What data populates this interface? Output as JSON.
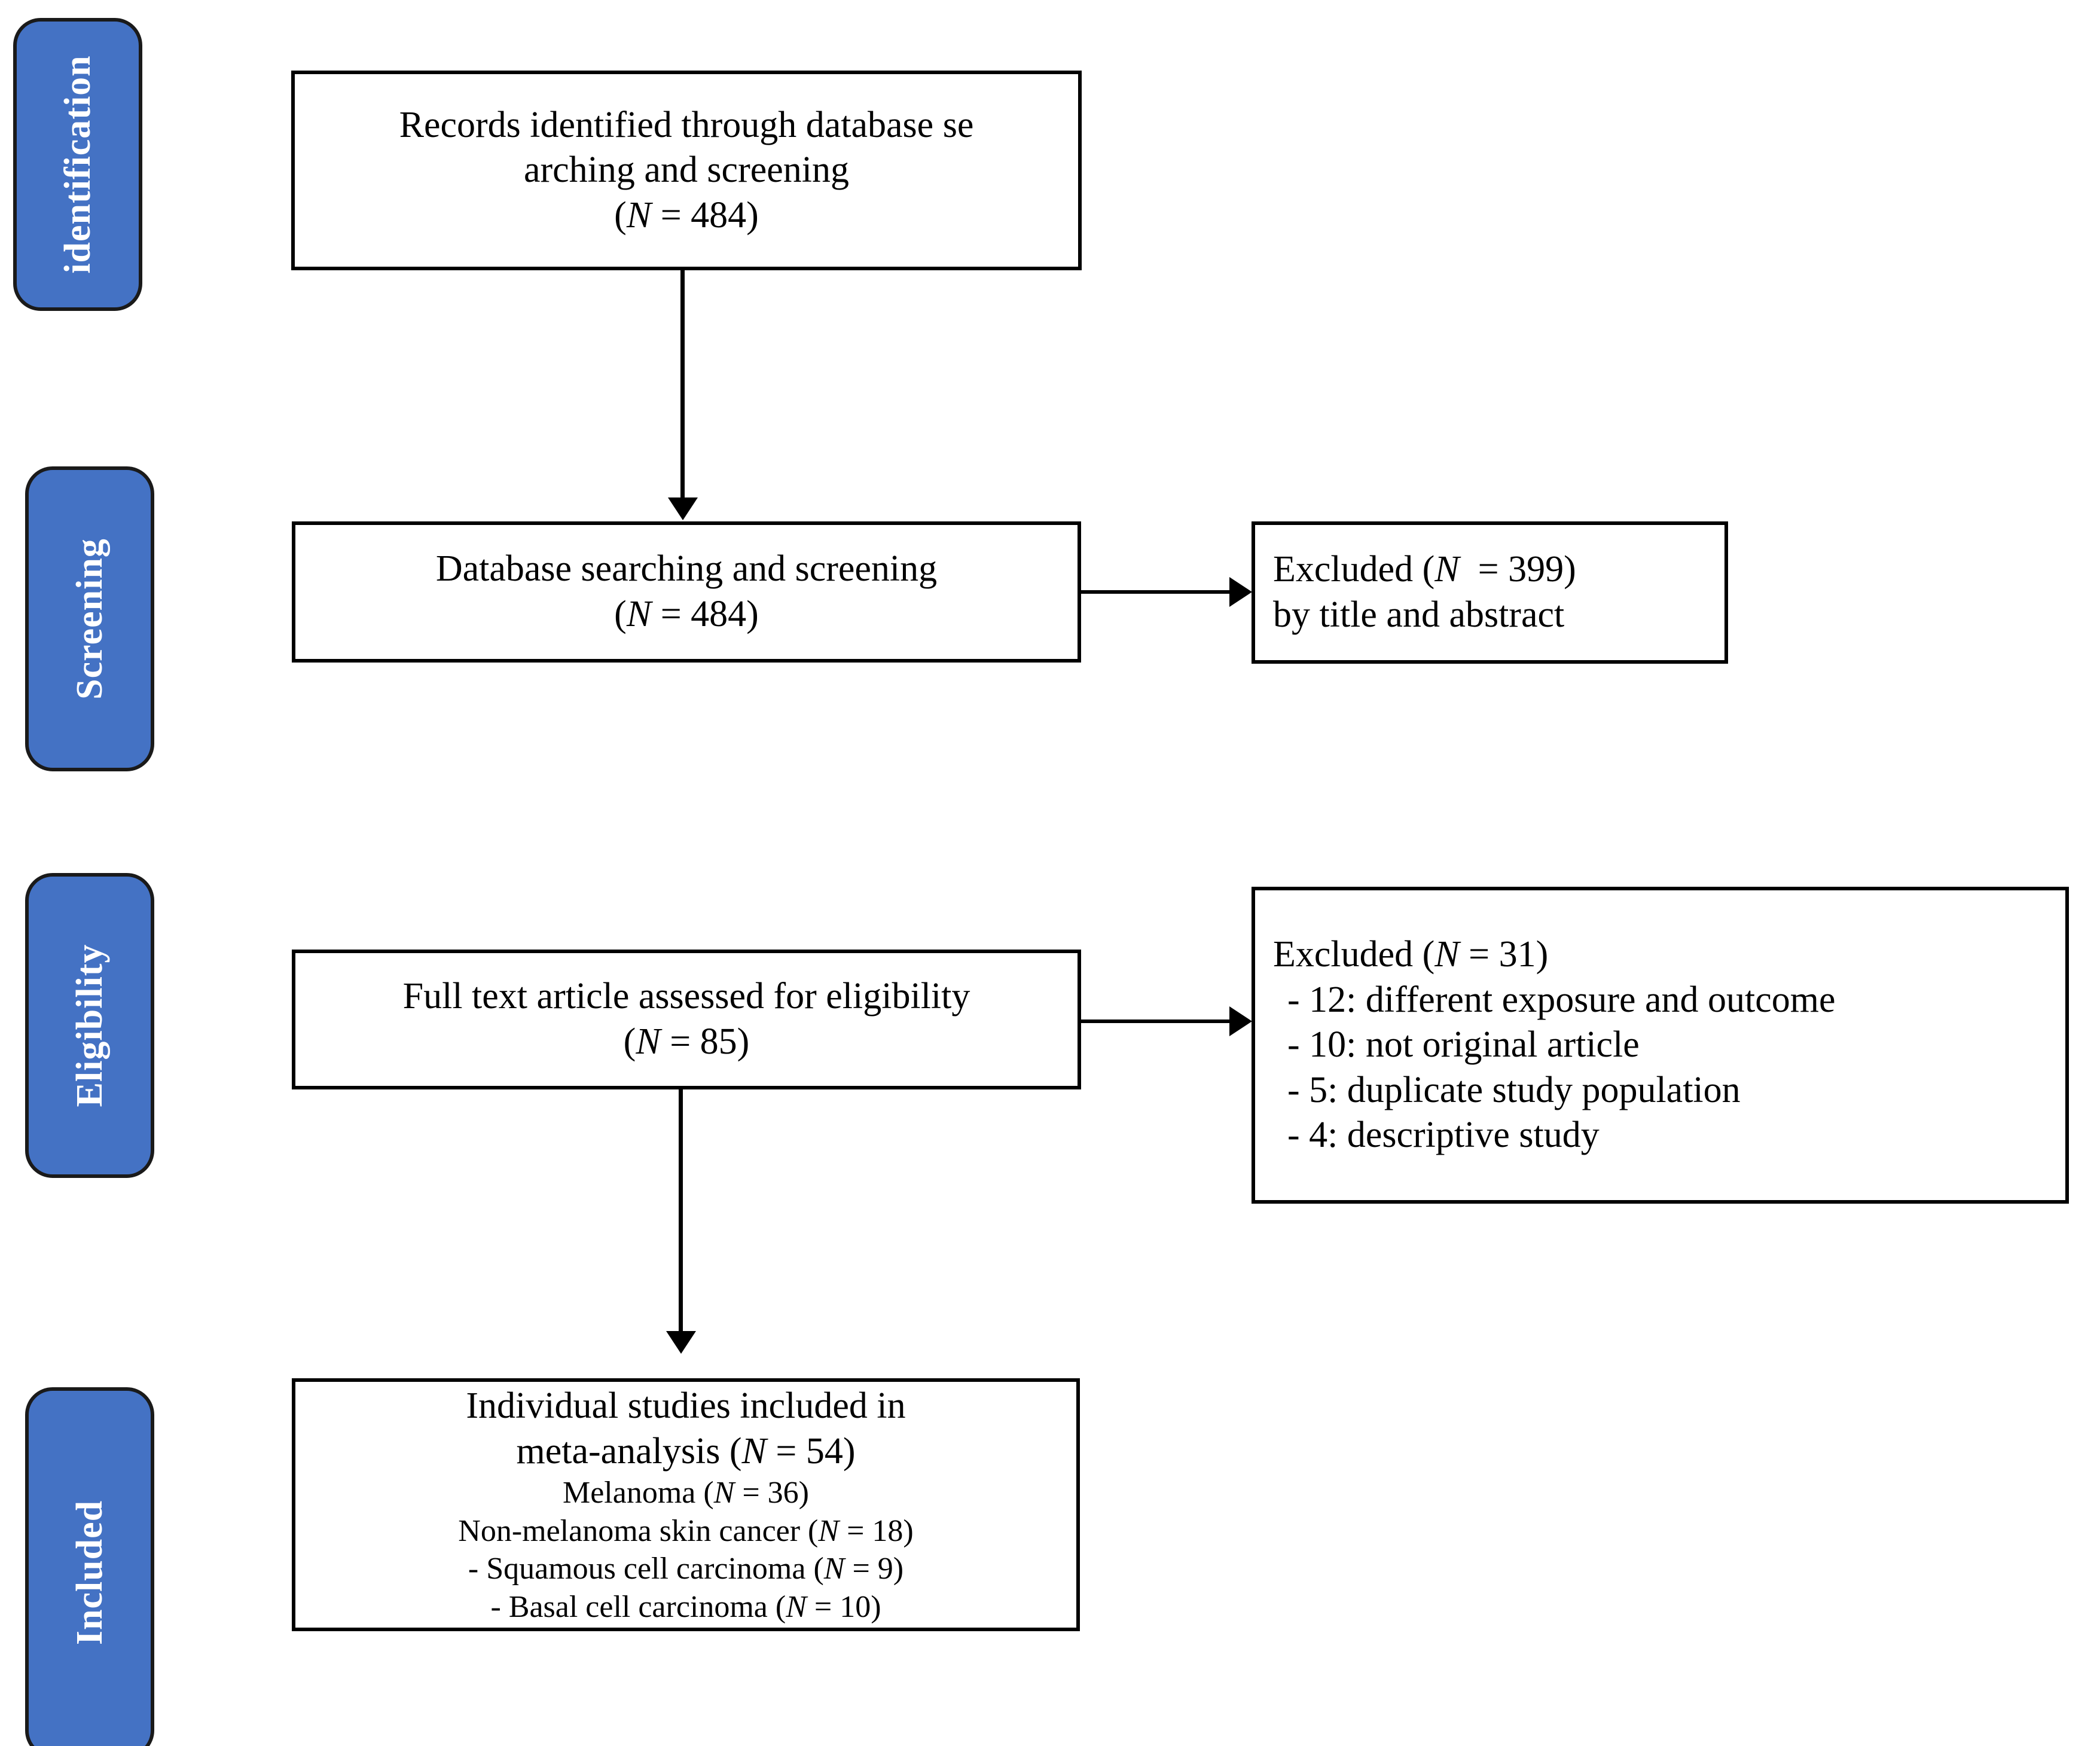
{
  "diagram": {
    "title": "PRISMA study selection flow diagram",
    "accent_color": "#4472C4",
    "border_color": "#000000",
    "tab_text_color": "#FFFFFF"
  },
  "stages": [
    {
      "id": "identification",
      "label": "identification"
    },
    {
      "id": "screening",
      "label": "Screening"
    },
    {
      "id": "eligibility",
      "label": "Eligibility"
    },
    {
      "id": "included",
      "label": "Included"
    }
  ],
  "boxes": {
    "identified": {
      "lines": [
        "Records identified through database se",
        "arching and screening",
        "(N = 484)"
      ]
    },
    "database_screening": {
      "lines": [
        "Database searching and screening",
        "(N = 484)"
      ]
    },
    "excluded_screening": {
      "lines": [
        "Excluded (N  = 399)",
        "by title and abstract"
      ]
    },
    "full_text": {
      "lines": [
        "Full text article assessed for eligibility",
        "(N = 85)"
      ]
    },
    "excluded_eligibility": {
      "heading": "Excluded (N = 31)",
      "reasons": [
        "- 12: different exposure and outcome",
        "- 10: not original article",
        "- 5: duplicate study population",
        "- 4: descriptive study"
      ]
    },
    "included_studies": {
      "title_lines": [
        "Individual studies included in",
        "meta-analysis (N = 54)"
      ],
      "detail_lines": [
        "Melanoma (N = 36)",
        "Non-melanoma skin cancer (N = 18)",
        "- Squamous cell carcinoma (N = 9)",
        "- Basal cell carcinoma (N = 10)"
      ]
    }
  },
  "chart_data": {
    "type": "diagram",
    "title": "PRISMA flow diagram",
    "nodes": [
      {
        "id": "identified",
        "stage": "identification",
        "label": "Records identified through database searching and screening",
        "N": 484
      },
      {
        "id": "database_screening",
        "stage": "screening",
        "label": "Database searching and screening",
        "N": 484
      },
      {
        "id": "excluded_screening",
        "stage": "screening",
        "label": "Excluded by title and abstract",
        "N": 399
      },
      {
        "id": "full_text",
        "stage": "eligibility",
        "label": "Full text article assessed for eligibility",
        "N": 85
      },
      {
        "id": "excluded_eligibility",
        "stage": "eligibility",
        "label": "Excluded",
        "N": 31,
        "breakdown": [
          {
            "count": 12,
            "reason": "different exposure and outcome"
          },
          {
            "count": 10,
            "reason": "not original article"
          },
          {
            "count": 5,
            "reason": "duplicate study population"
          },
          {
            "count": 4,
            "reason": "descriptive study"
          }
        ]
      },
      {
        "id": "included_studies",
        "stage": "included",
        "label": "Individual studies included in meta-analysis",
        "N": 54,
        "breakdown": [
          {
            "label": "Melanoma",
            "N": 36
          },
          {
            "label": "Non-melanoma skin cancer",
            "N": 18
          },
          {
            "label": "Squamous cell carcinoma",
            "N": 9
          },
          {
            "label": "Basal cell carcinoma",
            "N": 10
          }
        ]
      }
    ],
    "edges": [
      {
        "from": "identified",
        "to": "database_screening",
        "direction": "down"
      },
      {
        "from": "database_screening",
        "to": "excluded_screening",
        "direction": "right"
      },
      {
        "from": "full_text",
        "to": "excluded_eligibility",
        "direction": "right"
      },
      {
        "from": "full_text",
        "to": "included_studies",
        "direction": "down"
      }
    ]
  }
}
